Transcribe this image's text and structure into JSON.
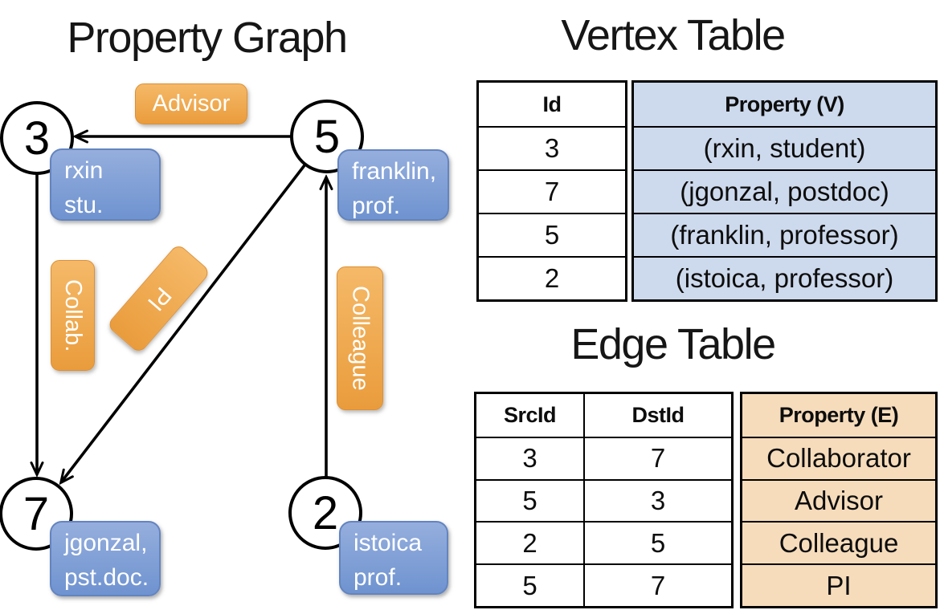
{
  "graph": {
    "title": "Property Graph",
    "nodes": [
      {
        "label": "3",
        "props": [
          "rxin",
          "stu."
        ]
      },
      {
        "label": "5",
        "props": [
          "franklin,",
          "prof."
        ]
      },
      {
        "label": "7",
        "props": [
          "jgonzal,",
          "pst.doc."
        ]
      },
      {
        "label": "2",
        "props": [
          "istoica",
          "prof."
        ]
      }
    ],
    "edges": [
      {
        "src": "5",
        "dst": "3",
        "label": "Advisor"
      },
      {
        "src": "3",
        "dst": "7",
        "label": "Collab."
      },
      {
        "src": "5",
        "dst": "7",
        "label": "PI"
      },
      {
        "src": "2",
        "dst": "5",
        "label": "Colleague"
      }
    ]
  },
  "vertex_table": {
    "title": "Vertex Table",
    "columns": [
      "Id",
      "Property (V)"
    ],
    "rows": [
      [
        "3",
        "(rxin, student)"
      ],
      [
        "7",
        "(jgonzal, postdoc)"
      ],
      [
        "5",
        "(franklin, professor)"
      ],
      [
        "2",
        "(istoica, professor)"
      ]
    ]
  },
  "edge_table": {
    "title": "Edge Table",
    "columns": [
      "SrcId",
      "DstId",
      "Property (E)"
    ],
    "rows": [
      [
        "3",
        "7",
        "Collaborator"
      ],
      [
        "5",
        "3",
        "Advisor"
      ],
      [
        "2",
        "5",
        "Colleague"
      ],
      [
        "5",
        "7",
        "PI"
      ]
    ]
  },
  "colors": {
    "edge_label_orange": "#f0a952",
    "vertex_prop_blue": "#7d9cd4",
    "vertex_table_fill": "#cdd9ec",
    "edge_table_fill": "#f6dcbb",
    "line_black": "#000000"
  }
}
